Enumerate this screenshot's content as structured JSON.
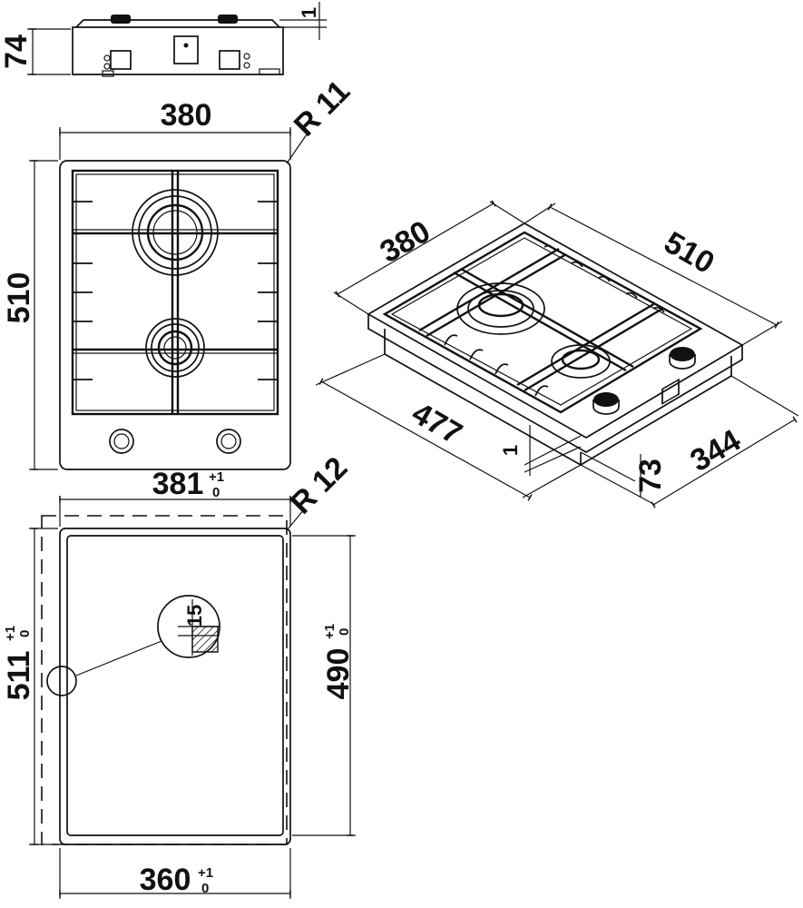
{
  "side_view": {
    "height_label": "74",
    "clearance_label": "1"
  },
  "top_view": {
    "width_label": "380",
    "depth_label": "510",
    "corner_radius_label": "R 11"
  },
  "iso_view": {
    "width_label": "380",
    "depth_label": "510",
    "cutout_depth_label": "477",
    "gap_label": "1",
    "height_label": "73",
    "cutout_width_label": "344"
  },
  "cutout_view": {
    "width_label": "381",
    "width_tol_upper": "+1",
    "width_tol_lower": "0",
    "corner_radius_label": "R 12",
    "outer_depth_label": "511",
    "outer_depth_tol_upper": "+1",
    "outer_depth_tol_lower": "0",
    "inner_depth_label": "490",
    "inner_depth_tol_upper": "+1",
    "inner_depth_tol_lower": "0",
    "inner_width_label": "360",
    "inner_width_tol_upper": "+1",
    "inner_width_tol_lower": "0",
    "detail_label": "15"
  }
}
